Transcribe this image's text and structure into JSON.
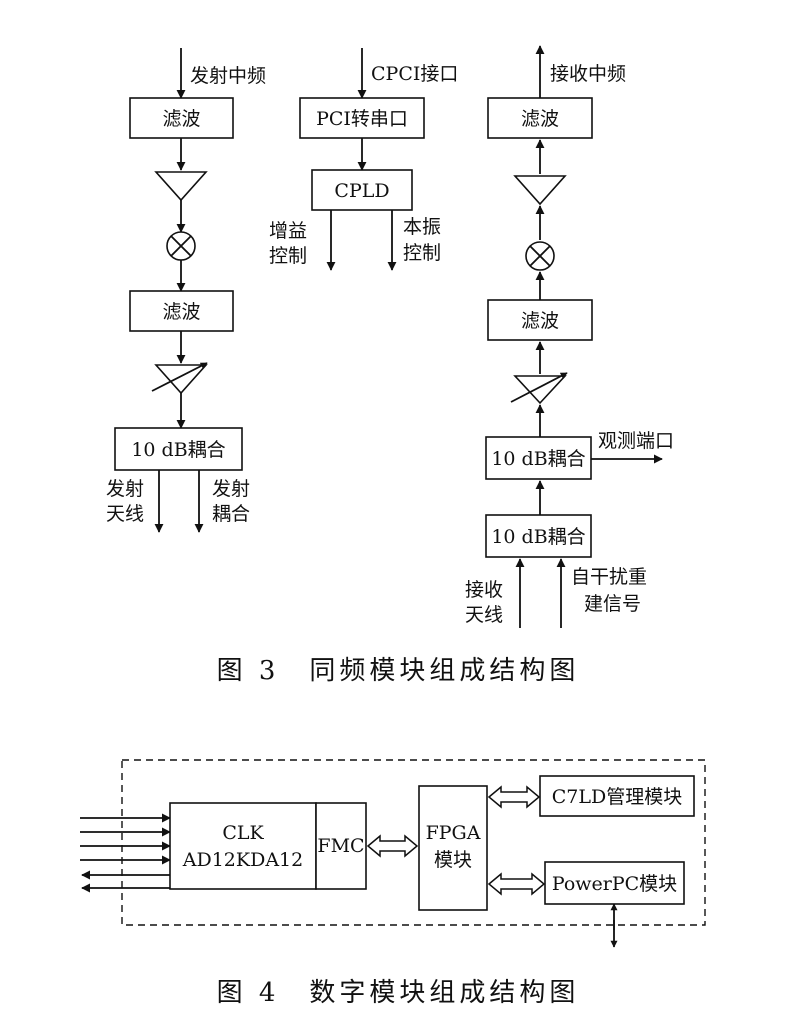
{
  "figure3": {
    "caption": "图 3　同频模块组成结构图",
    "tx_chain": {
      "input_label": "发射中频",
      "filter1": "滤波",
      "filter2": "滤波",
      "coupler": "10 dB耦合",
      "out1_line1": "发射",
      "out1_line2": "天线",
      "out2_line1": "发射",
      "out2_line2": "耦合"
    },
    "ctrl_chain": {
      "input_label": "CPCI接口",
      "pci_box": "PCI转串口",
      "cpld_box": "CPLD",
      "out1_line1": "增益",
      "out1_line2": "控制",
      "out2_line1": "本振",
      "out2_line2": "控制"
    },
    "rx_chain": {
      "output_label": "接收中频",
      "filter1": "滤波",
      "filter2": "滤波",
      "coupler1": "10 dB耦合",
      "coupler2": "10 dB耦合",
      "observe_port": "观测端口",
      "in1_line1": "接收",
      "in1_line2": "天线",
      "in2_line1": "自干扰重",
      "in2_line2": "建信号"
    }
  },
  "figure4": {
    "caption": "图 4　数字模块组成结构图",
    "adc_line1": "CLK",
    "adc_line2": "AD12KDA12",
    "fmc": "FMC",
    "fpga_line1": "FPGA",
    "fpga_line2": "模块",
    "c7ld": "C7LD管理模块",
    "powerpc": "PowerPC模块"
  }
}
